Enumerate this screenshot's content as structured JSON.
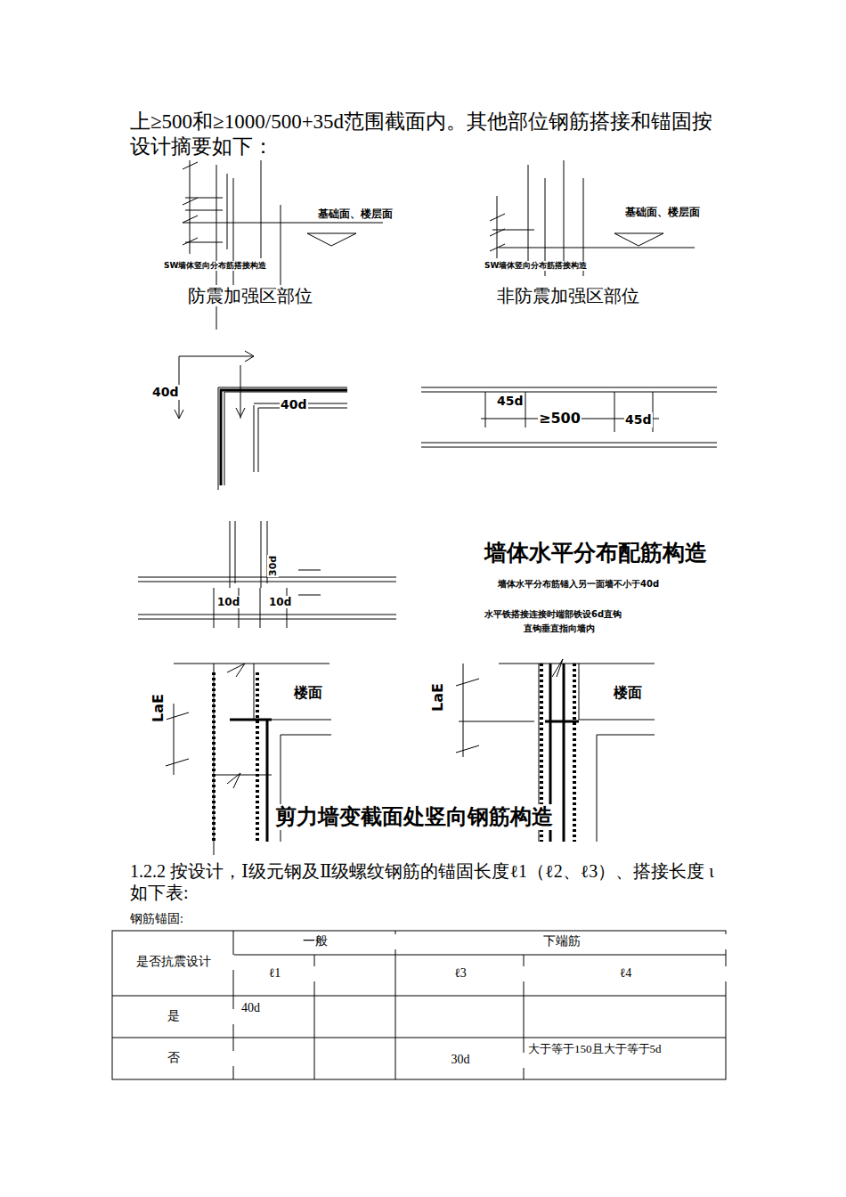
{
  "diagram": {
    "labels": [
      "上≥500和≥1000/500+35d范围截面内。其他部位钢筋搭接和锚固按设计摘要如下：",
      "基础面、楼层面",
      "SW墙体竖向分布筋搭接构造",
      "防震加强区部位",
      "基础面、楼层面",
      "SW墙体竖向分布筋搭接构造",
      "非防震加强区部位",
      "40d",
      "40d",
      "45d",
      "≥500",
      "45d",
      "10d",
      "10d",
      "30d",
      "墙体水平分布配筋构造",
      "墙体水平分布筋锚入另一面墙不小于40d",
      "水平铁搭接连接时端部铁设6d直钩",
      "直钩垂直指向墙内",
      "楼面",
      "楼面",
      "LaE",
      "LaE",
      "剪力墙变截面处竖向钢筋构造",
      "1.2.2 按设计，Ⅰ级元钢及Ⅱ级螺纹钢筋的锚固长度ℓ1（ℓ2、ℓ3）、搭接长度 ι 如下表:",
      "钢筋锚固:",
      "是否抗震设计",
      "一般",
      "下端筋",
      "ℓ1",
      "ℓ3",
      "ℓ4",
      "是",
      "40d",
      "否",
      "30d",
      "大于等于150且大于等于5d"
    ]
  }
}
